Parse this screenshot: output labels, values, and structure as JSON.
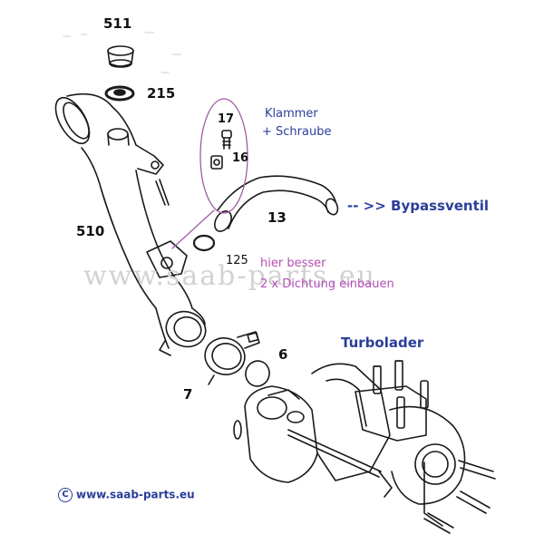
{
  "labels": {
    "p511": "511",
    "p215": "215",
    "p510": "510",
    "p17": "17",
    "p16": "16",
    "p13": "13",
    "p125": "125",
    "p6": "6",
    "p7": "7"
  },
  "annotations": {
    "klammer_line1": "Klammer",
    "klammer_line2": "+ Schraube",
    "bypass": "-- >> Bypassventil",
    "hint_line1": "hier besser",
    "hint_line2": "2 x Dichtung einbauen",
    "turbolader": "Turbolader"
  },
  "watermark": "www.saab-parts.eu",
  "copyright": {
    "symbol": "C",
    "text": "www.saab-parts.eu"
  },
  "colors": {
    "annotation_blue": "#2b3e9a",
    "hint_purple": "#b04fb5",
    "circle_purple": "#a35aa6",
    "watermark_gray": "#d2d2d2"
  }
}
